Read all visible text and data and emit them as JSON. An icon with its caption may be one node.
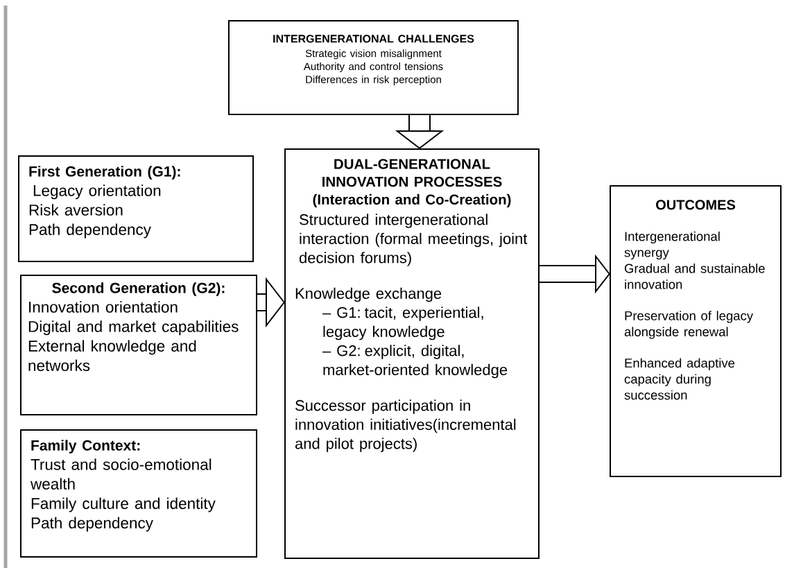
{
  "diagram": {
    "nodes": [
      {
        "text": [
          "INTERGENERATIONAL CHALLENGES",
          "Strategic vision misalignment",
          "Authority and control tensions",
          "Differences in risk perception"
        ]
      },
      {
        "text": [
          "First Generation (G1):",
          "Legacy orientation",
          "Risk aversion",
          "Path dependency"
        ]
      },
      {
        "text": [
          "Second Generation (G2):",
          "Innovation orientation",
          "Digital and market capabilities",
          "External knowledge and networks"
        ]
      },
      {
        "text": [
          "Family Context:",
          "Trust and socio-emotional wealth",
          "Family culture and identity",
          "Path dependency"
        ]
      },
      {
        "text": [
          "DUAL-GENERATIONAL INNOVATION PROCESSES",
          "(Interaction and Co-Creation)",
          "Structured intergenerational interaction (formal meetings, joint decision forums)",
          "Knowledge exchange",
          "– G1: tacit, experiential, legacy knowledge",
          "– G2: explicit, digital, market-oriented knowledge",
          "Successor participation in innovation initiatives(incremental and pilot projects)"
        ]
      },
      {
        "text": [
          "OUTCOMES",
          "Intergenerational synergy",
          "Gradual and sustainable innovation",
          "Preservation of legacy alongside renewal",
          "Enhanced adaptive capacity during succession"
        ]
      }
    ],
    "edges": [
      {
        "from": 0,
        "to": 4,
        "arrow": "to"
      },
      {
        "from": 2,
        "to": 4,
        "arrow": "to"
      },
      {
        "from": 4,
        "to": 5,
        "arrow": "to"
      }
    ]
  }
}
